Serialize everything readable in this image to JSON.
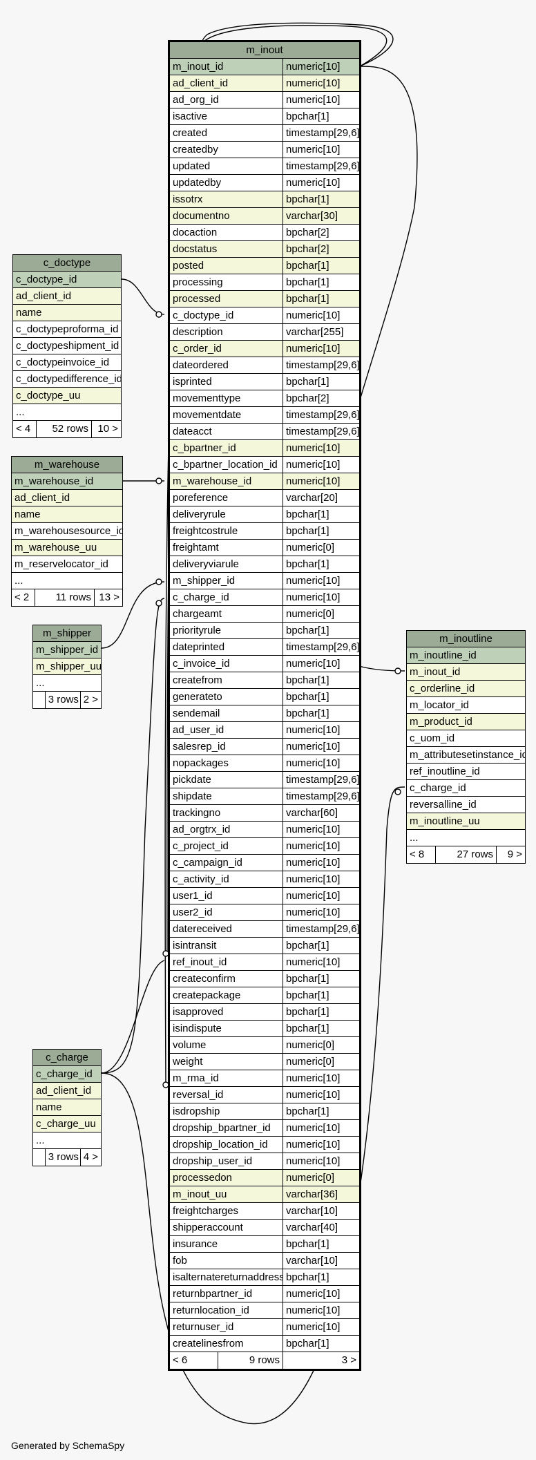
{
  "tables": {
    "m_inout": {
      "name": "m_inout",
      "columns": [
        {
          "n": "m_inout_id",
          "t": "numeric[10]",
          "k": "pk"
        },
        {
          "n": "ad_client_id",
          "t": "numeric[10]",
          "k": "fk"
        },
        {
          "n": "ad_org_id",
          "t": "numeric[10]",
          "k": ""
        },
        {
          "n": "isactive",
          "t": "bpchar[1]",
          "k": ""
        },
        {
          "n": "created",
          "t": "timestamp[29,6]",
          "k": ""
        },
        {
          "n": "createdby",
          "t": "numeric[10]",
          "k": ""
        },
        {
          "n": "updated",
          "t": "timestamp[29,6]",
          "k": ""
        },
        {
          "n": "updatedby",
          "t": "numeric[10]",
          "k": ""
        },
        {
          "n": "issotrx",
          "t": "bpchar[1]",
          "k": "fk"
        },
        {
          "n": "documentno",
          "t": "varchar[30]",
          "k": "fk"
        },
        {
          "n": "docaction",
          "t": "bpchar[2]",
          "k": ""
        },
        {
          "n": "docstatus",
          "t": "bpchar[2]",
          "k": "fk"
        },
        {
          "n": "posted",
          "t": "bpchar[1]",
          "k": "fk"
        },
        {
          "n": "processing",
          "t": "bpchar[1]",
          "k": ""
        },
        {
          "n": "processed",
          "t": "bpchar[1]",
          "k": "fk"
        },
        {
          "n": "c_doctype_id",
          "t": "numeric[10]",
          "k": ""
        },
        {
          "n": "description",
          "t": "varchar[255]",
          "k": ""
        },
        {
          "n": "c_order_id",
          "t": "numeric[10]",
          "k": "fk"
        },
        {
          "n": "dateordered",
          "t": "timestamp[29,6]",
          "k": ""
        },
        {
          "n": "isprinted",
          "t": "bpchar[1]",
          "k": ""
        },
        {
          "n": "movementtype",
          "t": "bpchar[2]",
          "k": ""
        },
        {
          "n": "movementdate",
          "t": "timestamp[29,6]",
          "k": ""
        },
        {
          "n": "dateacct",
          "t": "timestamp[29,6]",
          "k": ""
        },
        {
          "n": "c_bpartner_id",
          "t": "numeric[10]",
          "k": "fk"
        },
        {
          "n": "c_bpartner_location_id",
          "t": "numeric[10]",
          "k": ""
        },
        {
          "n": "m_warehouse_id",
          "t": "numeric[10]",
          "k": "fk"
        },
        {
          "n": "poreference",
          "t": "varchar[20]",
          "k": ""
        },
        {
          "n": "deliveryrule",
          "t": "bpchar[1]",
          "k": ""
        },
        {
          "n": "freightcostrule",
          "t": "bpchar[1]",
          "k": ""
        },
        {
          "n": "freightamt",
          "t": "numeric[0]",
          "k": ""
        },
        {
          "n": "deliveryviarule",
          "t": "bpchar[1]",
          "k": ""
        },
        {
          "n": "m_shipper_id",
          "t": "numeric[10]",
          "k": ""
        },
        {
          "n": "c_charge_id",
          "t": "numeric[10]",
          "k": ""
        },
        {
          "n": "chargeamt",
          "t": "numeric[0]",
          "k": ""
        },
        {
          "n": "priorityrule",
          "t": "bpchar[1]",
          "k": ""
        },
        {
          "n": "dateprinted",
          "t": "timestamp[29,6]",
          "k": ""
        },
        {
          "n": "c_invoice_id",
          "t": "numeric[10]",
          "k": ""
        },
        {
          "n": "createfrom",
          "t": "bpchar[1]",
          "k": ""
        },
        {
          "n": "generateto",
          "t": "bpchar[1]",
          "k": ""
        },
        {
          "n": "sendemail",
          "t": "bpchar[1]",
          "k": ""
        },
        {
          "n": "ad_user_id",
          "t": "numeric[10]",
          "k": ""
        },
        {
          "n": "salesrep_id",
          "t": "numeric[10]",
          "k": ""
        },
        {
          "n": "nopackages",
          "t": "numeric[10]",
          "k": ""
        },
        {
          "n": "pickdate",
          "t": "timestamp[29,6]",
          "k": ""
        },
        {
          "n": "shipdate",
          "t": "timestamp[29,6]",
          "k": ""
        },
        {
          "n": "trackingno",
          "t": "varchar[60]",
          "k": ""
        },
        {
          "n": "ad_orgtrx_id",
          "t": "numeric[10]",
          "k": ""
        },
        {
          "n": "c_project_id",
          "t": "numeric[10]",
          "k": ""
        },
        {
          "n": "c_campaign_id",
          "t": "numeric[10]",
          "k": ""
        },
        {
          "n": "c_activity_id",
          "t": "numeric[10]",
          "k": ""
        },
        {
          "n": "user1_id",
          "t": "numeric[10]",
          "k": ""
        },
        {
          "n": "user2_id",
          "t": "numeric[10]",
          "k": ""
        },
        {
          "n": "datereceived",
          "t": "timestamp[29,6]",
          "k": ""
        },
        {
          "n": "isintransit",
          "t": "bpchar[1]",
          "k": ""
        },
        {
          "n": "ref_inout_id",
          "t": "numeric[10]",
          "k": ""
        },
        {
          "n": "createconfirm",
          "t": "bpchar[1]",
          "k": ""
        },
        {
          "n": "createpackage",
          "t": "bpchar[1]",
          "k": ""
        },
        {
          "n": "isapproved",
          "t": "bpchar[1]",
          "k": ""
        },
        {
          "n": "isindispute",
          "t": "bpchar[1]",
          "k": ""
        },
        {
          "n": "volume",
          "t": "numeric[0]",
          "k": ""
        },
        {
          "n": "weight",
          "t": "numeric[0]",
          "k": ""
        },
        {
          "n": "m_rma_id",
          "t": "numeric[10]",
          "k": ""
        },
        {
          "n": "reversal_id",
          "t": "numeric[10]",
          "k": ""
        },
        {
          "n": "isdropship",
          "t": "bpchar[1]",
          "k": ""
        },
        {
          "n": "dropship_bpartner_id",
          "t": "numeric[10]",
          "k": ""
        },
        {
          "n": "dropship_location_id",
          "t": "numeric[10]",
          "k": ""
        },
        {
          "n": "dropship_user_id",
          "t": "numeric[10]",
          "k": ""
        },
        {
          "n": "processedon",
          "t": "numeric[0]",
          "k": "fk"
        },
        {
          "n": "m_inout_uu",
          "t": "varchar[36]",
          "k": "fk"
        },
        {
          "n": "freightcharges",
          "t": "varchar[10]",
          "k": ""
        },
        {
          "n": "shipperaccount",
          "t": "varchar[40]",
          "k": ""
        },
        {
          "n": "insurance",
          "t": "bpchar[1]",
          "k": ""
        },
        {
          "n": "fob",
          "t": "varchar[10]",
          "k": ""
        },
        {
          "n": "isalternatereturnaddress",
          "t": "bpchar[1]",
          "k": ""
        },
        {
          "n": "returnbpartner_id",
          "t": "numeric[10]",
          "k": ""
        },
        {
          "n": "returnlocation_id",
          "t": "numeric[10]",
          "k": ""
        },
        {
          "n": "returnuser_id",
          "t": "numeric[10]",
          "k": ""
        },
        {
          "n": "createlinesfrom",
          "t": "bpchar[1]",
          "k": ""
        }
      ],
      "footer": [
        "< 6",
        "9 rows",
        "3 >"
      ]
    },
    "c_doctype": {
      "name": "c_doctype",
      "columns": [
        {
          "n": "c_doctype_id",
          "k": "pk"
        },
        {
          "n": "ad_client_id",
          "k": "fk"
        },
        {
          "n": "name",
          "k": "fk"
        },
        {
          "n": "c_doctypeproforma_id",
          "k": ""
        },
        {
          "n": "c_doctypeshipment_id",
          "k": ""
        },
        {
          "n": "c_doctypeinvoice_id",
          "k": ""
        },
        {
          "n": "c_doctypedifference_id",
          "k": ""
        },
        {
          "n": "c_doctype_uu",
          "k": "fk"
        },
        {
          "n": "...",
          "k": ""
        }
      ],
      "footer": [
        "< 4",
        "52 rows",
        "10 >"
      ]
    },
    "m_warehouse": {
      "name": "m_warehouse",
      "columns": [
        {
          "n": "m_warehouse_id",
          "k": "pk"
        },
        {
          "n": "ad_client_id",
          "k": "fk"
        },
        {
          "n": "name",
          "k": "fk"
        },
        {
          "n": "m_warehousesource_id",
          "k": ""
        },
        {
          "n": "m_warehouse_uu",
          "k": "fk"
        },
        {
          "n": "m_reservelocator_id",
          "k": ""
        },
        {
          "n": "...",
          "k": ""
        }
      ],
      "footer": [
        "< 2",
        "11 rows",
        "13 >"
      ]
    },
    "m_shipper": {
      "name": "m_shipper",
      "columns": [
        {
          "n": "m_shipper_id",
          "k": "pk"
        },
        {
          "n": "m_shipper_uu",
          "k": "fk"
        },
        {
          "n": "...",
          "k": ""
        }
      ],
      "footer": [
        "",
        "3 rows",
        "2 >"
      ]
    },
    "c_charge": {
      "name": "c_charge",
      "columns": [
        {
          "n": "c_charge_id",
          "k": "pk"
        },
        {
          "n": "ad_client_id",
          "k": "fk"
        },
        {
          "n": "name",
          "k": "fk"
        },
        {
          "n": "c_charge_uu",
          "k": "fk"
        },
        {
          "n": "...",
          "k": ""
        }
      ],
      "footer": [
        "",
        "3 rows",
        "4 >"
      ]
    },
    "m_inoutline": {
      "name": "m_inoutline",
      "columns": [
        {
          "n": "m_inoutline_id",
          "k": "pk"
        },
        {
          "n": "m_inout_id",
          "k": "fk"
        },
        {
          "n": "c_orderline_id",
          "k": "fk"
        },
        {
          "n": "m_locator_id",
          "k": ""
        },
        {
          "n": "m_product_id",
          "k": "fk"
        },
        {
          "n": "c_uom_id",
          "k": ""
        },
        {
          "n": "m_attributesetinstance_id",
          "k": ""
        },
        {
          "n": "ref_inoutline_id",
          "k": ""
        },
        {
          "n": "c_charge_id",
          "k": ""
        },
        {
          "n": "reversalline_id",
          "k": ""
        },
        {
          "n": "m_inoutline_uu",
          "k": "fk"
        },
        {
          "n": "...",
          "k": ""
        }
      ],
      "footer": [
        "< 8",
        "27 rows",
        "9 >"
      ]
    }
  },
  "credit": "Generated by SchemaSpy"
}
